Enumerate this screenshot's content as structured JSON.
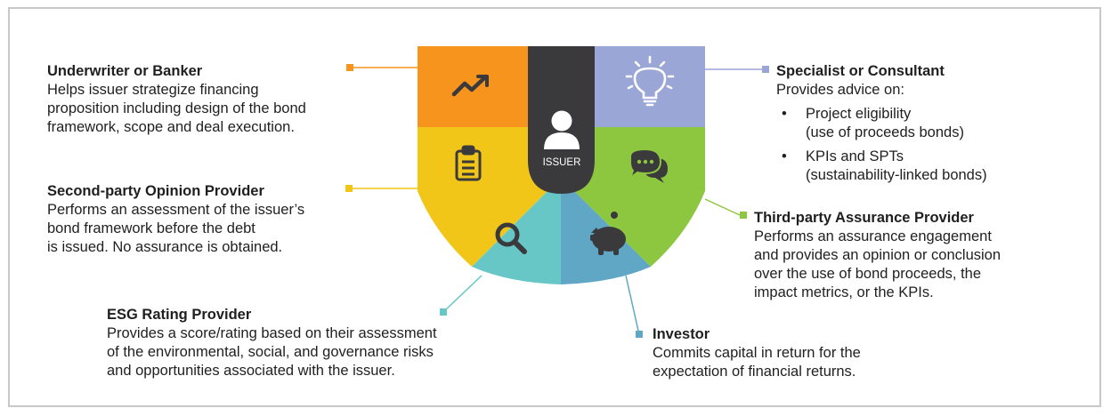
{
  "center": {
    "label": "ISSUER"
  },
  "colors": {
    "orange": "#F7941D",
    "lavender": "#9AA6D6",
    "yellow": "#F2C619",
    "green": "#8DC63F",
    "teal": "#66C7C6",
    "steel": "#5FA7C4",
    "center": "#3A3A3C"
  },
  "segments": [
    {
      "name": "underwriter",
      "icon": "trending-up-icon"
    },
    {
      "name": "specialist",
      "icon": "lightbulb-icon"
    },
    {
      "name": "second-party",
      "icon": "clipboard-icon"
    },
    {
      "name": "third-party",
      "icon": "chat-bubbles-icon"
    },
    {
      "name": "esg-rating",
      "icon": "magnifier-icon"
    },
    {
      "name": "investor",
      "icon": "piggy-bank-icon"
    }
  ],
  "roles": {
    "underwriter": {
      "title": "Underwriter or Banker",
      "lines": [
        "Helps issuer strategize financing",
        "proposition including design of the bond",
        "framework, scope and deal execution."
      ]
    },
    "second_party": {
      "title": "Second-party Opinion Provider",
      "lines": [
        "Performs an assessment of the issuer’s",
        "bond framework before the debt",
        "is issued. No assurance is obtained."
      ]
    },
    "esg": {
      "title": "ESG Rating Provider",
      "lines": [
        "Provides a score/rating based on their assessment",
        "of the environmental, social, and governance risks",
        "and opportunities associated with the issuer."
      ]
    },
    "specialist": {
      "title": "Specialist or Consultant",
      "intro": "Provides advice on:",
      "bullets": [
        {
          "line1": "Project eligibility",
          "line2": "(use of proceeds bonds)"
        },
        {
          "line1": "KPIs and SPTs",
          "line2": "(sustainability-linked bonds)"
        }
      ]
    },
    "third_party": {
      "title": "Third-party Assurance Provider",
      "lines": [
        "Performs an assurance engagement",
        "and provides an opinion or conclusion",
        "over the use of bond proceeds, the",
        "impact metrics, or the KPIs."
      ]
    },
    "investor": {
      "title": "Investor",
      "lines": [
        "Commits capital in return for the",
        "expectation of financial returns."
      ]
    }
  }
}
